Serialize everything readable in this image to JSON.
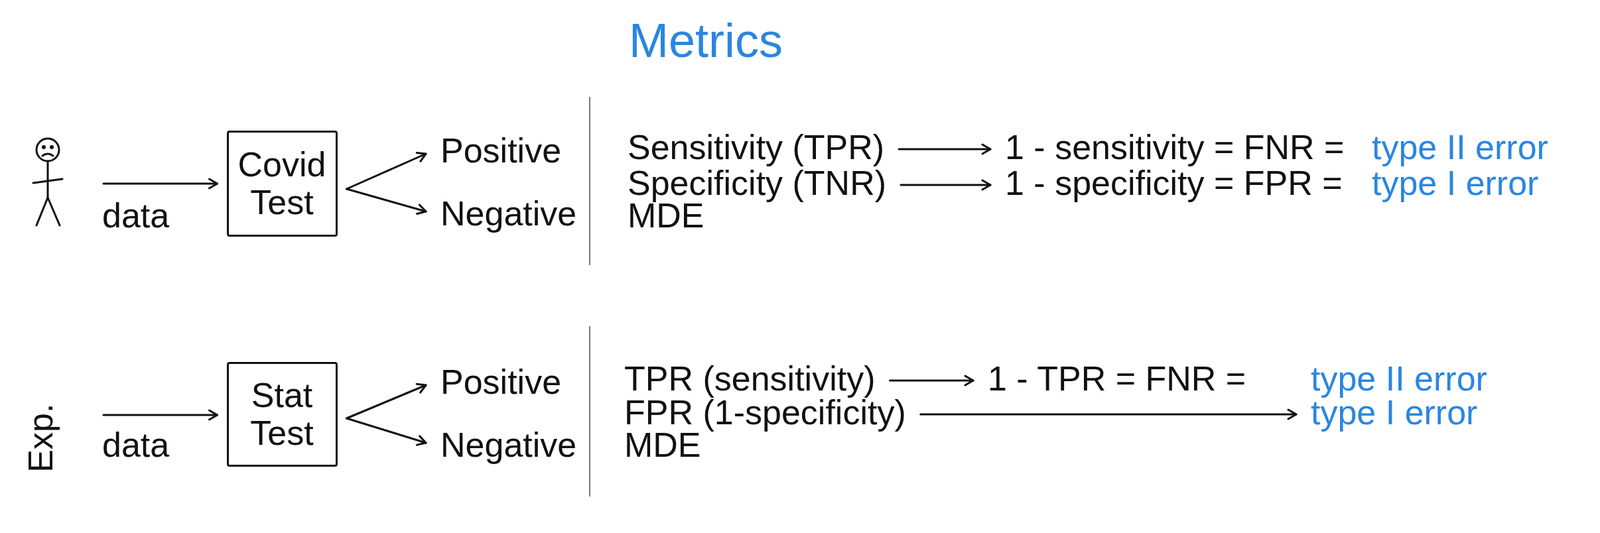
{
  "diagram": {
    "title": "Metrics",
    "nodes": [
      {
        "text": [
          "Covid Test"
        ]
      },
      {
        "text": [
          "Stat Test"
        ]
      }
    ],
    "labels": [
      "data",
      "Positive",
      "Negative",
      "Sensitivity (TPR)",
      "1 - sensitivity = FNR =",
      "type II error",
      "Specificity (TNR)",
      "1 - specificity = FPR =",
      "type I error",
      "MDE",
      "Exp.",
      "data",
      "Positive",
      "Negative",
      "TPR (sensitivity)",
      "1 - TPR = FNR =",
      "type II error",
      "FPR (1-specificity)",
      "type I error",
      "MDE"
    ]
  }
}
